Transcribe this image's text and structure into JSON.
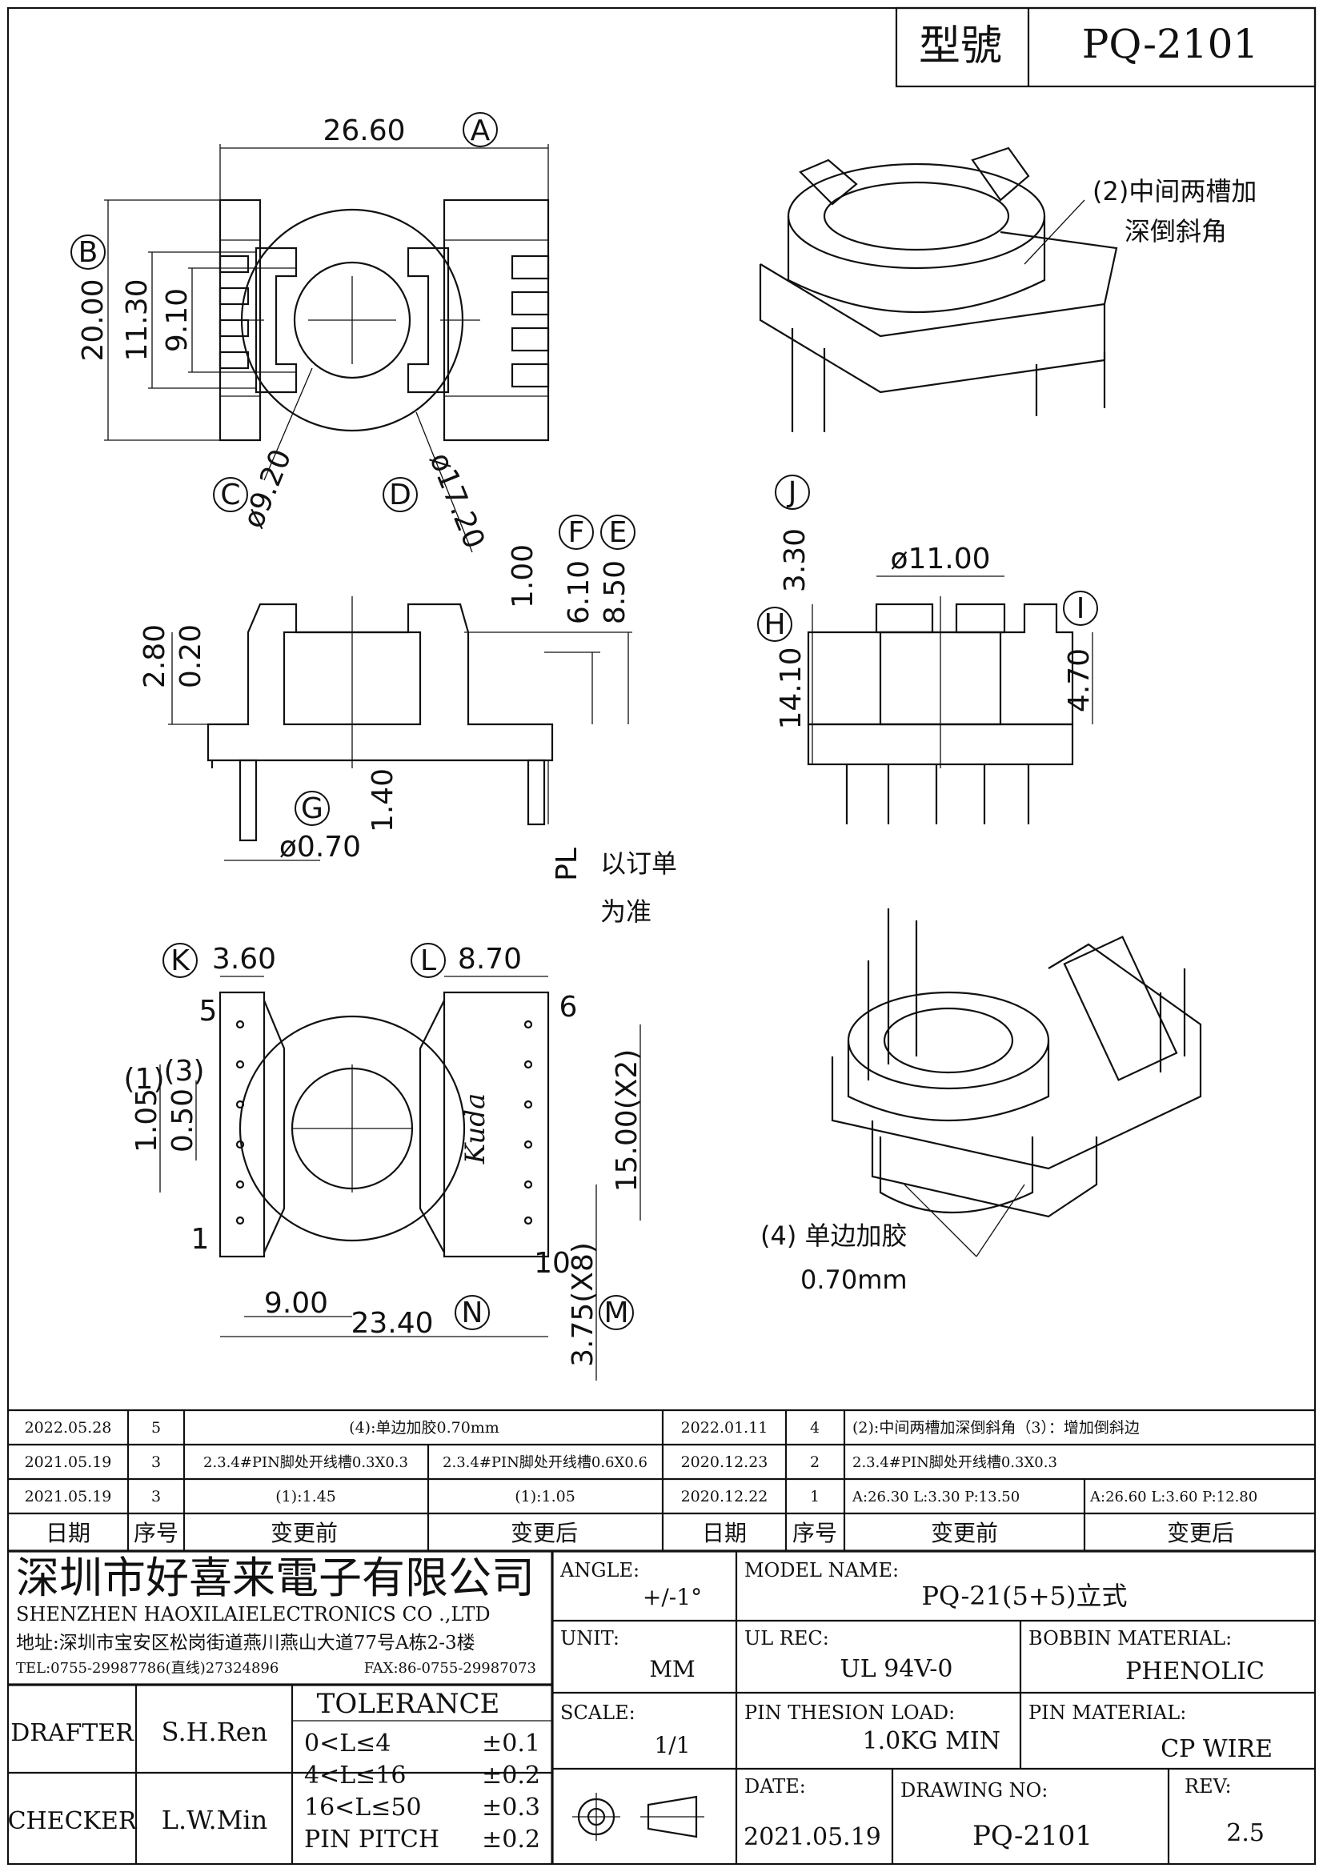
{
  "model_box": {
    "label": "型號",
    "value": "PQ-2101"
  },
  "dims": {
    "A": {
      "letter": "A",
      "value": "26.60"
    },
    "B": {
      "letter": "B",
      "value": "20.00"
    },
    "b2": "11.30",
    "b3": "9.10",
    "C": {
      "letter": "C",
      "value": "ø9.20"
    },
    "D": {
      "letter": "D",
      "value": "ø17.20"
    },
    "E": {
      "letter": "E",
      "value": "8.50"
    },
    "F": {
      "letter": "F",
      "value": "6.10"
    },
    "f2": "1.00",
    "G": {
      "letter": "G",
      "value": "ø0.70"
    },
    "g2": "1.40",
    "s1": "2.80",
    "s2": "0.20",
    "H": {
      "letter": "H",
      "value": "14.10"
    },
    "I": {
      "letter": "I",
      "value": "4.70"
    },
    "J": {
      "letter": "J",
      "value": "3.30"
    },
    "d11": "ø11.00",
    "K": {
      "letter": "K",
      "value": "3.60"
    },
    "L": {
      "letter": "L",
      "value": "8.70"
    },
    "M": {
      "letter": "M",
      "value": "3.75(X8)"
    },
    "N": {
      "letter": "N",
      "value": "23.40"
    },
    "p105": "1.05",
    "p050": "0.50",
    "p900": "9.00",
    "p1500": "15.00(X2)",
    "n1": "(1)",
    "n3": "(3)",
    "pin1": "1",
    "pin5": "5",
    "pin6": "6",
    "pin10": "10"
  },
  "notes": {
    "note2_l1": "(2)中间两槽加",
    "note2_l2": "深倒斜角",
    "pl": "PL",
    "pl_text1": "以订单",
    "pl_text2": "为准",
    "note4_l1": "(4) 单边加胶",
    "note4_l2": "0.70mm",
    "logo": "Kuda"
  },
  "revisions": {
    "header": [
      "日期",
      "序号",
      "变更前",
      "变更后",
      "日期",
      "序号",
      "变更前",
      "变更后"
    ],
    "rows": [
      [
        "2022.05.28",
        "5",
        "(4):单边加胶0.70mm",
        "",
        "2022.01.11",
        "4",
        "(2):中间两槽加深倒斜角（3）：增加倒斜边",
        ""
      ],
      [
        "2021.05.19",
        "3",
        "2.3.4#PIN脚处开线槽0.3X0.3",
        "2.3.4#PIN脚处开线槽0.6X0.6",
        "2020.12.23",
        "2",
        "2.3.4#PIN脚处开线槽0.3X0.3",
        ""
      ],
      [
        "2021.05.19",
        "3",
        "(1):1.45",
        "(1):1.05",
        "2020.12.22",
        "1",
        "A:26.30 L:3.30 P:13.50",
        "A:26.60 L:3.60 P:12.80"
      ]
    ]
  },
  "company": {
    "name_cn": "深圳市好喜来電子有限公司",
    "name_en": "SHENZHEN HAOXILAIELECTRONICS CO .,LTD",
    "address": "地址:深圳市宝安区松岗街道燕川燕山大道77号A栋2-3楼",
    "tel": "TEL:0755-29987786(直线)27324896",
    "fax": "FAX:86-0755-29987073"
  },
  "title_block": {
    "angle_label": "ANGLE:",
    "angle_value": "+/-1°",
    "model_label": "MODEL NAME:",
    "model_value": "PQ-21(5+5)立式",
    "unit_label": "UNIT:",
    "unit_value": "MM",
    "ul_label": "UL REC:",
    "ul_value": "UL 94V-0",
    "bobbin_label": "BOBBIN MATERIAL:",
    "bobbin_value": "PHENOLIC",
    "scale_label": "SCALE:",
    "scale_value": "1/1",
    "pin_load_label": "PIN THESION LOAD:",
    "pin_load_value": "1.0KG MIN",
    "pin_mat_label": "PIN MATERIAL:",
    "pin_mat_value": "CP  WIRE",
    "date_label": "DATE:",
    "date_value": "2021.05.19",
    "drawing_label": "DRAWING NO:",
    "drawing_value": "PQ-2101",
    "rev_label": "REV:",
    "rev_value": "2.5",
    "drafter_label": "DRAFTER",
    "drafter_value": "S.H.Ren",
    "checker_label": "CHECKER",
    "checker_value": "L.W.Min",
    "tolerance_title": "TOLERANCE",
    "tolerance_rows": [
      {
        "range": "0<L≤4",
        "tol": "±0.1"
      },
      {
        "range": "4<L≤16",
        "tol": "±0.2"
      },
      {
        "range": "16<L≤50",
        "tol": "±0.3"
      },
      {
        "range": "PIN PITCH",
        "tol": "±0.2"
      }
    ]
  }
}
